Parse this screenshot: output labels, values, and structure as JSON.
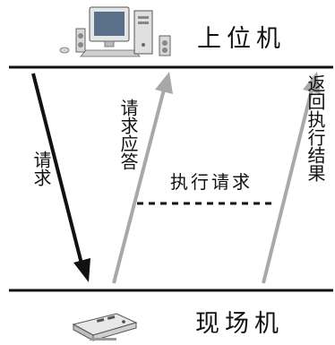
{
  "upper": {
    "label": "上位机"
  },
  "lower": {
    "label": "现场机"
  },
  "messages": {
    "request": "请求",
    "response": "请求应答",
    "execute": "执行请求",
    "result": "返回执行结果"
  },
  "colors": {
    "line": "#111111",
    "request_arrow": "#111111",
    "return_arrow": "#a8a8a8",
    "text": "#111111"
  },
  "icons": {
    "upper": "desktop-computer-icon",
    "lower": "field-device-icon"
  }
}
